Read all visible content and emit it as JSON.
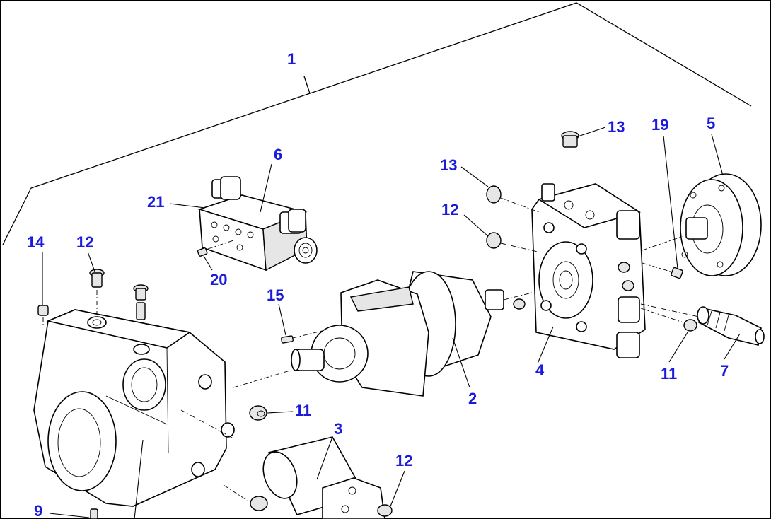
{
  "diagram": {
    "callout_color": "#1a1adb",
    "line_color": "#000000",
    "background": "#ffffff",
    "callouts": {
      "c1": "1",
      "c2": "2",
      "c3": "3",
      "c4": "4",
      "c5": "5",
      "c6": "6",
      "c7": "7",
      "c9": "9",
      "c11a": "11",
      "c11b": "11",
      "c12a": "12",
      "c12b": "12",
      "c12c": "12",
      "c13a": "13",
      "c13b": "13",
      "c14": "14",
      "c15": "15",
      "c19": "19",
      "c20": "20",
      "c21": "21"
    }
  }
}
